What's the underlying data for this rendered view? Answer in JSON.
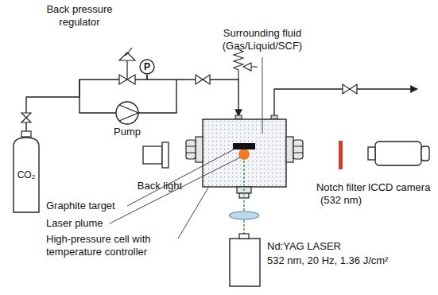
{
  "diagram": {
    "nodes": [
      {
        "text": [
          "CO₂"
        ]
      },
      {
        "text": [
          "P"
        ]
      }
    ],
    "edges": [
      {
        "from": 0,
        "to": 1,
        "arrow": "none"
      }
    ],
    "labels": [
      "Back pressure regulator",
      "Surrounding fluid (Gas/Liquid/SCF)",
      "Pump",
      "Back light",
      "Graphite target",
      "Laser plume",
      "High-pressure cell with temperature controller",
      "Notch filter (532 nm)",
      "ICCD camera",
      "Nd:YAG LASER",
      "532 nm, 20 Hz, 1.36 J/cm²"
    ]
  }
}
